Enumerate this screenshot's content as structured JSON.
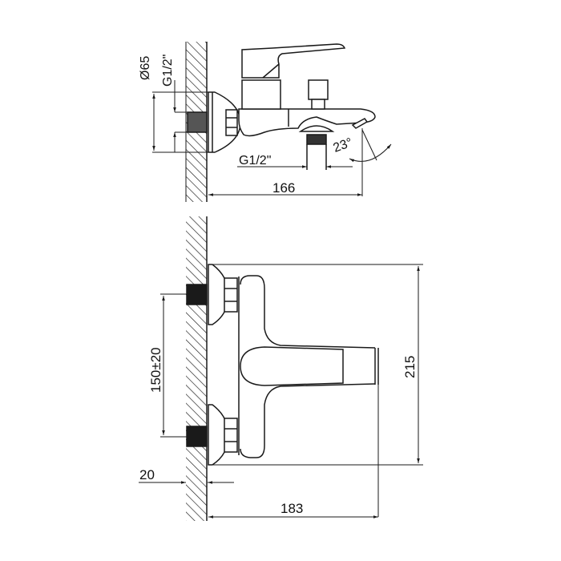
{
  "drawing": {
    "title": "Bath mixer technical drawing",
    "line_color": "#1a1a1a",
    "background": "#ffffff",
    "top_view": {
      "dim_flange_diameter": "Ø65",
      "dim_thread_wall": "G1/2\"",
      "dim_thread_diverter": "G1/2\"",
      "dim_spout_angle": "23°",
      "dim_projection": "166"
    },
    "front_view": {
      "dim_center_distance": "150±20",
      "dim_height": "215",
      "dim_eccentric_depth": "20",
      "dim_spout_reach": "183"
    }
  }
}
